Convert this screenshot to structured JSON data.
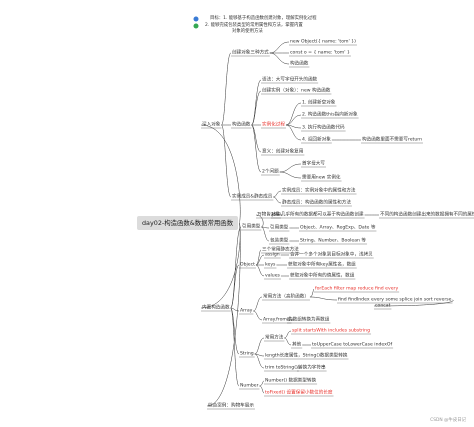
{
  "colors": {
    "line": "#333333",
    "red": "#e8302a",
    "root_bg": "#dcdcdc",
    "note_blue": "#3a7bd5",
    "note_green": "#34a853"
  },
  "notes": [
    {
      "marker": "blue-dot",
      "lines": [
        "目标：1. 能够基于构造函数创建对象，理解实例化过程"
      ]
    },
    {
      "marker": "green-dot",
      "lines": [
        "2. 能够完成包装类型的常用属性和方法，掌握内置",
        "对象的使用方法"
      ]
    }
  ],
  "root": "day02-构造函数&数据常用函数",
  "nodes": {
    "n1": "深入对象",
    "n1_1": "创建对象三种方式",
    "n1_1_1": "new Object({ name: 'tom' })",
    "n1_1_2": "const o = { name: 'tom' }",
    "n1_1_3": "构造函数",
    "n1_2": "构造函数",
    "n1_2_1": "语法：大写字母开头的函数",
    "n1_2_2": "创建实例（对象）：new 构造函数",
    "n1_2_3": "实例化过程",
    "n1_2_3_1": "1. 创建新空对象",
    "n1_2_3_2": "2. 构造函数this指向新对象",
    "n1_2_3_3": "3. 执行构造函数代码",
    "n1_2_3_4": "4. 返回新对象",
    "n1_2_3_5": "构造函数里面不需要写return",
    "n1_2_4": "意义：创建对象复用",
    "n1_2_5": "2个问题",
    "n1_2_5_1": "首字母大写",
    "n1_2_5_2": "需要用new 实例化",
    "n1_3": "实例成员&静态成员",
    "n1_3_1": "实例成员：实例对象中的属性和方法",
    "n1_3_2": "静态成员：构造函数的属性和方法",
    "n2": "内置构造函数",
    "n2_1": "引用类型",
    "n2_1_1": "万物皆对象",
    "n2_1_1_0": "JS中几乎所有的数据都可以基于构造函数创建",
    "n2_1_1_1": "不同的构造函数创建出来的数据拥有不同的属性和方法",
    "n2_1_2": "引用类型",
    "n2_1_2_1": "Object、Array、RegExp、Date 等",
    "n2_1_3": "包装类型",
    "n2_1_3_1": "String、Number、Boolean 等",
    "n2_2": "Object",
    "n2_2_0": "三个常用静态方法",
    "n2_2_1": "assign",
    "n2_2_1_1": "合并一个多个对象到目标对象中，浅拷贝",
    "n2_2_2": "keys",
    "n2_2_2_1": "获取对象中所有key属性名，数组",
    "n2_2_3": "values",
    "n2_2_3_1": "获取对象中所有的值属性，数组",
    "n2_3": "Array",
    "n2_3_1": "常用方法（高阶函数）",
    "n2_3_1_1": "forEach filter map reduce find every",
    "n2_3_1_2": "find findIndex every some splice join sort reverse",
    "n2_3_1_3": "concat",
    "n2_3_2": "Array.from()",
    "n2_3_2_1": "伪数组转换为真数组",
    "n2_4": "String",
    "n2_4_1": "常用方法",
    "n2_4_1_1": "split startsWith includes substring",
    "n2_4_1_2": "其他",
    "n2_4_1_3": "toUpperCase toLowerCase indexOf",
    "n2_4_2": "length长度属性，String()数据类型转换",
    "n2_4_3": "trim toString()",
    "n2_4_3_1": "转换为字符串",
    "n2_5": "Number",
    "n2_5_1": "Number() 数据类型转换",
    "n2_5_2": "toFixed() 设置保留小数位的长度",
    "n3": "综合案例：购物车展示"
  },
  "watermark": "CSDN @牛皮日记"
}
